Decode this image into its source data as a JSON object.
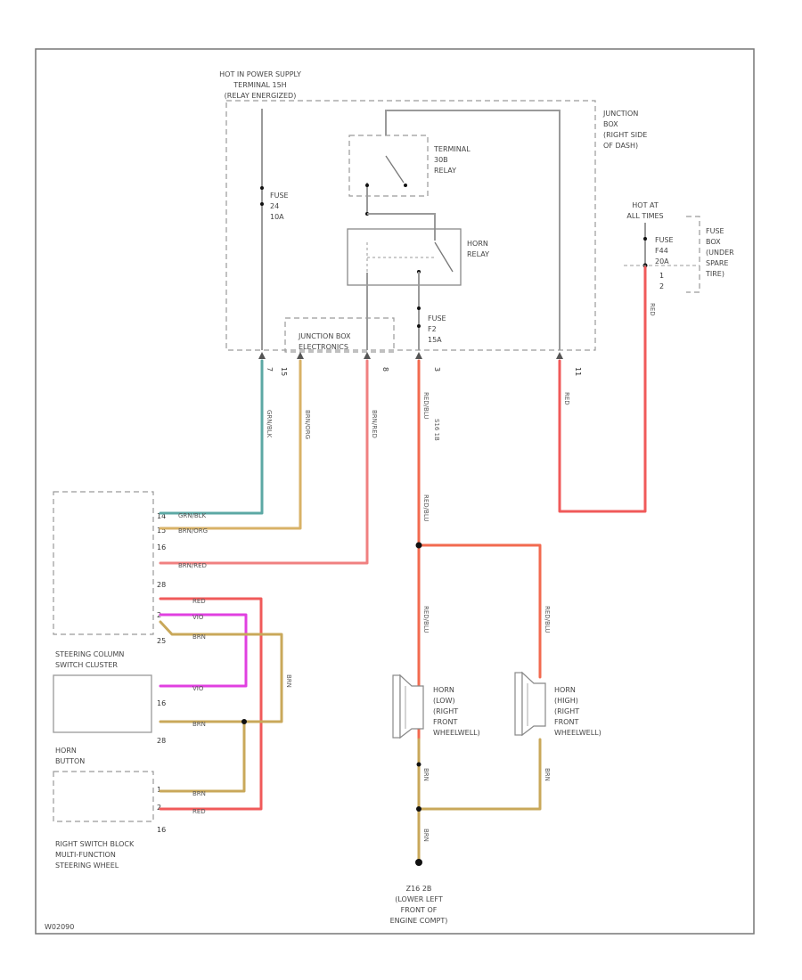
{
  "labels": {
    "power_top": [
      "HOT IN POWER SUPPLY",
      "TERMINAL 15H",
      "(RELAY ENERGIZED)"
    ],
    "junction_box": [
      "JUNCTION",
      "BOX",
      "(RIGHT SIDE",
      "OF DASH)"
    ],
    "terminal_relay": [
      "TERMINAL",
      "30B",
      "RELAY"
    ],
    "horn_relay": [
      "HORN",
      "RELAY"
    ],
    "fuse_f24": [
      "FUSE",
      "24",
      "10A"
    ],
    "fuse_f2": [
      "FUSE",
      "F2",
      "15A"
    ],
    "junction_electronics": [
      "JUNCTION BOX",
      "ELECTRONICS"
    ],
    "hot_at_all_times": [
      "HOT AT",
      "ALL TIMES"
    ],
    "fuse_f44": [
      "FUSE",
      "F44",
      "20A"
    ],
    "fuse_box_spare": [
      "FUSE",
      "BOX",
      "(UNDER",
      "SPARE",
      "TIRE)"
    ],
    "steering_column": [
      "STEERING COLUMN",
      "SWITCH CLUSTER"
    ],
    "horn_button": [
      "HORN",
      "BUTTON"
    ],
    "right_switch_block": [
      "RIGHT SWITCH BLOCK",
      "MULTI-FUNCTION",
      "STEERING WHEEL"
    ],
    "horn_low": [
      "HORN",
      "(LOW)",
      "(RIGHT",
      "FRONT",
      "WHEELWELL)"
    ],
    "horn_high": [
      "HORN",
      "(HIGH)",
      "(RIGHT",
      "FRONT",
      "WHEELWELL)"
    ],
    "ground": [
      "Z16 2B",
      "(LOWER LEFT",
      "FRONT OF",
      "ENGINE COMPT)"
    ],
    "diagram_id": "W02090"
  },
  "wire_labels": {
    "grn_blk": "GRN/BLK",
    "brn_org": "BRN/ORG",
    "brn_red": "BRN/RED",
    "red_blu": "RED/BLU",
    "red": "RED",
    "vio": "VIO",
    "brn": "BRN",
    "trunk": "RED/BLU",
    "splice": "S16 1B"
  },
  "pins": {
    "left_upper": [
      "14",
      "15",
      "16",
      "28",
      "2",
      "25"
    ],
    "left_middle": [
      "16",
      "28"
    ],
    "left_lower": [
      "1",
      "2",
      "16"
    ],
    "junction_bottom": [
      "7",
      "15",
      "8",
      "3",
      "11"
    ],
    "fuse_f44_pins": [
      "1",
      "2"
    ]
  },
  "colors": {
    "red": "#f05a5a",
    "orange_red": "#f26a4f",
    "green_blue": "#5ca8a4",
    "tan": "#d8b267",
    "pink_red": "#f08080",
    "magenta": "#e040e0",
    "olive": "#c9a85a",
    "gray": "#9a9a9a"
  }
}
